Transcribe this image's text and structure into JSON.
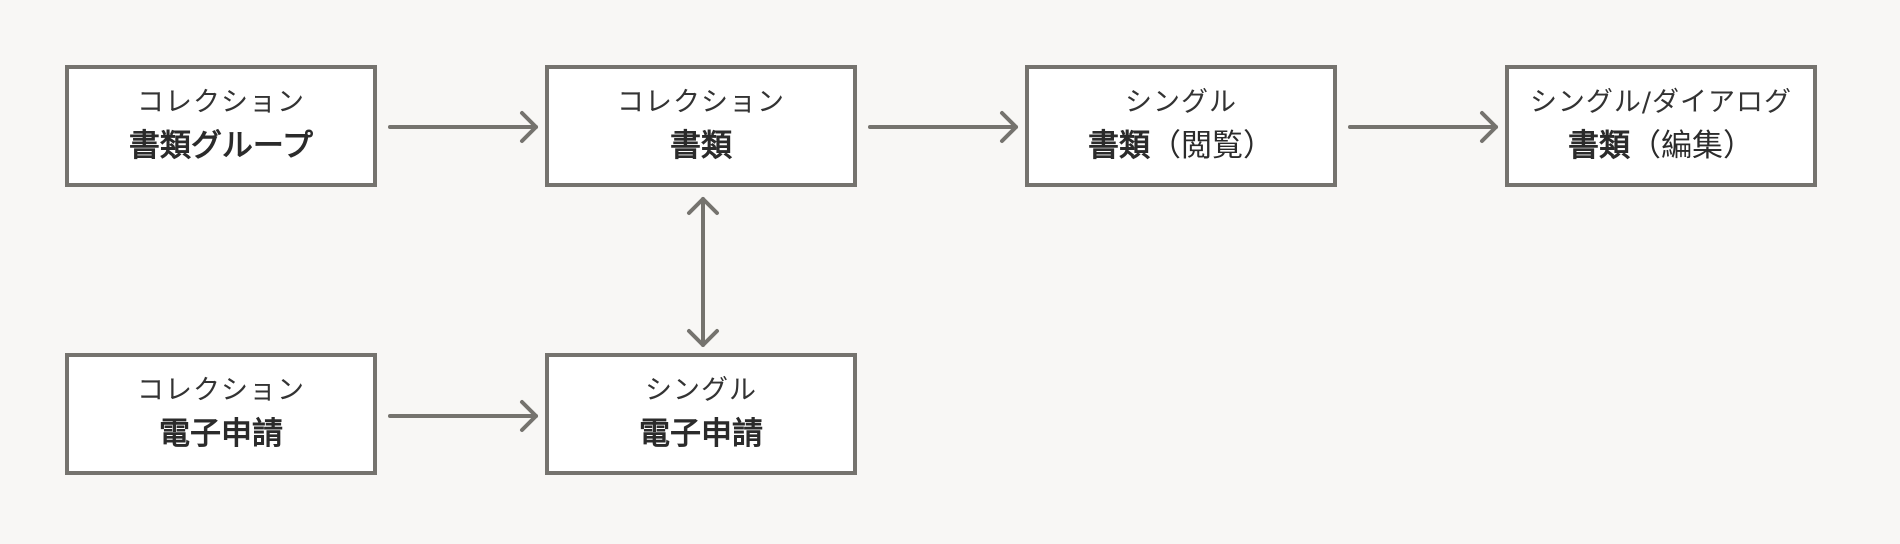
{
  "nodes": {
    "collection_document_group": {
      "kind": "コレクション",
      "title": "書類グループ",
      "suffix": ""
    },
    "collection_document": {
      "kind": "コレクション",
      "title": "書類",
      "suffix": ""
    },
    "single_document_view": {
      "kind": "シングル",
      "title": "書類",
      "suffix": "（閲覧）"
    },
    "single_dialog_document_edit": {
      "kind": "シングル/ダイアログ",
      "title": "書類",
      "suffix": "（編集）"
    },
    "collection_e_application": {
      "kind": "コレクション",
      "title": "電子申請",
      "suffix": ""
    },
    "single_e_application": {
      "kind": "シングル",
      "title": "電子申請",
      "suffix": ""
    }
  },
  "colors": {
    "border": "#75736e",
    "arrow": "#75736e",
    "background": "#f8f7f5",
    "node_fill": "#ffffff"
  }
}
